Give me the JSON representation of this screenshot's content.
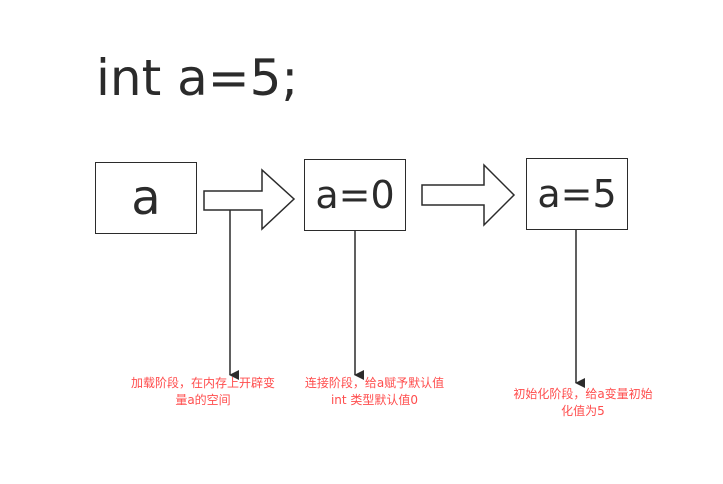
{
  "title": "int a=5;",
  "stages": [
    {
      "box_text": "a",
      "note_lines": [
        "加载阶段，在内存上开辟变",
        "量a的空间"
      ]
    },
    {
      "box_text": "a=0",
      "note_lines": [
        "连接阶段，给a赋予默认值",
        "int 类型默认值0"
      ]
    },
    {
      "box_text": "a=5",
      "note_lines": [
        "初始化阶段，给a变量初始",
        "化值为5"
      ]
    }
  ],
  "colors": {
    "stroke": "#2b2b2b",
    "note_text": "#ff4d4d",
    "background": "#ffffff"
  }
}
